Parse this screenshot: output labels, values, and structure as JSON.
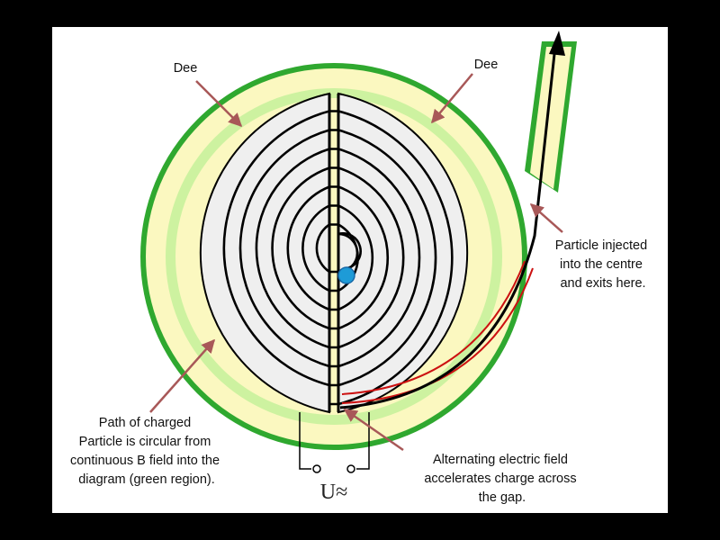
{
  "colors": {
    "background": "#000000",
    "panel": "#ffffff",
    "outer_ring": "#2fa82f",
    "yellow_band": "#fbf8c0",
    "green_band": "#cdf2a0",
    "dee_fill": "#efefef",
    "spiral": "#000000",
    "arrow": "#a85858",
    "particle": "#1e9bd7",
    "exit_guide": "#cc1111"
  },
  "labels": {
    "dee_left": "Dee",
    "dee_right": "Dee",
    "injected": [
      "Particle injected",
      "into the centre",
      "and exits here."
    ],
    "path": [
      "Path of charged",
      "Particle is circular from",
      "continuous B field into the",
      "diagram (green region)."
    ],
    "alternating": [
      "Alternating electric field",
      "accelerates charge across",
      "the gap."
    ],
    "voltage": "U≈"
  },
  "icons": {
    "particle": "particle-dot-icon",
    "exit_arrow": "exit-arrowhead-icon"
  }
}
